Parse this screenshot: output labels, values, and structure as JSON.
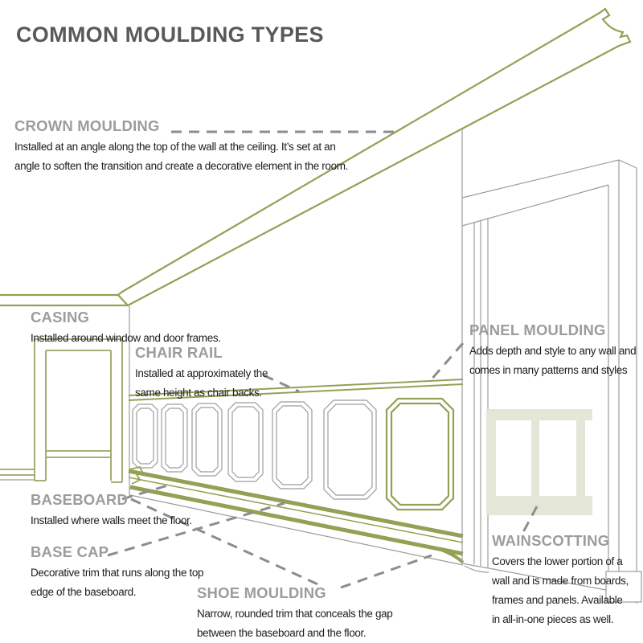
{
  "title": "COMMON MOULDING TYPES",
  "colors": {
    "accent_green": "#92a155",
    "wainscot_fill": "#e4e7d8",
    "heading_gray": "#9c9c9c",
    "title_gray": "#58595b",
    "drawing_line_gray": "#9c9c9c",
    "leader_dash_gray": "#8d8d8d",
    "body_text": "#1c1c1c"
  },
  "labels": [
    {
      "id": "crown-moulding",
      "name": "CROWN MOULDING",
      "description": "Installed at an angle along the top of the wall at the ceiling.  It’s set at an angle to soften the transition and create a decorative element in the room."
    },
    {
      "id": "casing",
      "name": "CASING",
      "description": "Installed around window and door frames."
    },
    {
      "id": "chair-rail",
      "name": "CHAIR RAIL",
      "description": "Installed at approximately the same height as chair backs."
    },
    {
      "id": "panel-moulding",
      "name": "PANEL MOULDING",
      "description": "Adds depth and style to any wall and comes in many patterns and styles"
    },
    {
      "id": "baseboard",
      "name": "BASEBOARD",
      "description": "Installed where walls meet the floor."
    },
    {
      "id": "base-cap",
      "name": "BASE CAP",
      "description": "Decorative trim that runs along the top edge of the baseboard."
    },
    {
      "id": "shoe-moulding",
      "name": "SHOE MOULDING",
      "description": "Narrow, rounded trim that conceals the gap between the baseboard and the floor."
    },
    {
      "id": "wainscotting",
      "name": "WAINSCOTTING",
      "description": "Covers the lower portion of a wall and is made from boards, frames and panels. Available in all-in-one pieces as well."
    }
  ]
}
